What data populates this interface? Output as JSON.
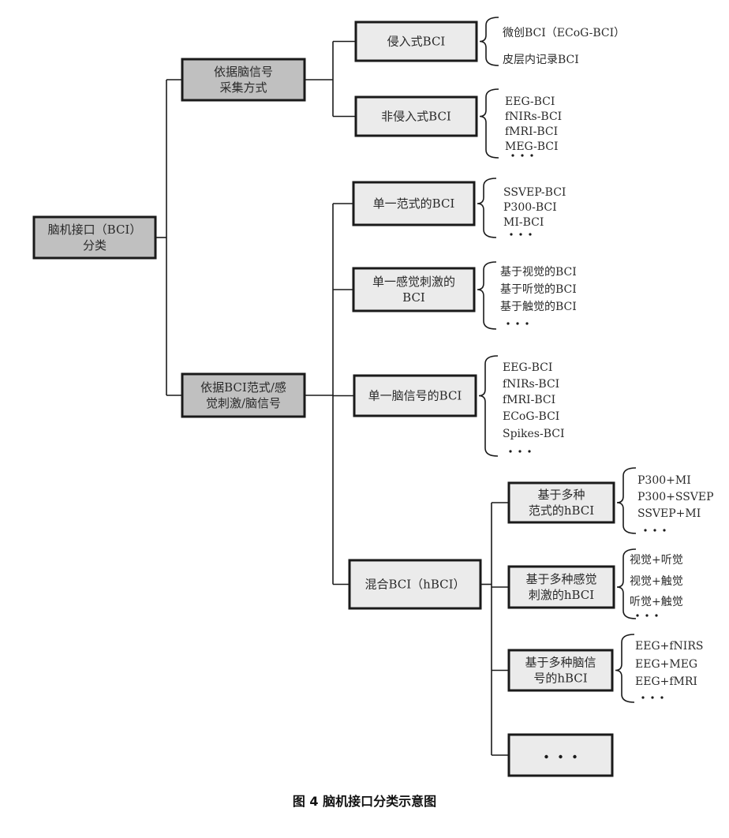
{
  "root": {
    "label_lines": [
      "脑机接口（BCI）",
      "分类"
    ],
    "children": [
      {
        "label_lines": [
          "依据脑信号",
          "采集方式"
        ],
        "children": [
          {
            "label_lines": [
              "侵入式BCI"
            ],
            "leaves": [
              "微创BCI（ECoG-BCI）",
              "皮层内记录BCI"
            ]
          },
          {
            "label_lines": [
              "非侵入式BCI"
            ],
            "leaves": [
              "EEG-BCI",
              "fNIRs-BCI",
              "fMRI-BCI",
              "MEG-BCI",
              "…"
            ]
          }
        ]
      },
      {
        "label_lines": [
          "依据BCI范式/感",
          "觉刺激/脑信号"
        ],
        "children": [
          {
            "label_lines": [
              "单一范式的BCI"
            ],
            "leaves": [
              "SSVEP-BCI",
              "P300-BCI",
              "MI-BCI",
              "…"
            ]
          },
          {
            "label_lines": [
              "单一感觉刺激的",
              "BCI"
            ],
            "leaves": [
              "基于视觉的BCI",
              "基于听觉的BCI",
              "基于触觉的BCI",
              "…"
            ]
          },
          {
            "label_lines": [
              "单一脑信号的BCI"
            ],
            "leaves": [
              "EEG-BCI",
              "fNIRs-BCI",
              "fMRI-BCI",
              "ECoG-BCI",
              "Spikes-BCI",
              "…"
            ]
          },
          {
            "label_lines": [
              "混合BCI（hBCI）"
            ],
            "children": [
              {
                "label_lines": [
                  "基于多种",
                  "范式的hBCI"
                ],
                "leaves": [
                  "P300+MI",
                  "P300+SSVEP",
                  "SSVEP+MI",
                  "…"
                ]
              },
              {
                "label_lines": [
                  "基于多种感觉",
                  "刺激的hBCI"
                ],
                "leaves": [
                  "视觉+听觉",
                  "视觉+触觉",
                  "听觉+触觉",
                  "…"
                ]
              },
              {
                "label_lines": [
                  "基于多种脑信",
                  "号的hBCI"
                ],
                "leaves": [
                  "EEG+fNIRS",
                  "EEG+MEG",
                  "EEG+fMRI",
                  "…"
                ]
              },
              {
                "label_lines": [
                  "…"
                ]
              }
            ]
          }
        ]
      }
    ]
  },
  "caption": "图 4 脑机接口分类示意图",
  "colors": {
    "dark_box": "#c0c0c0",
    "light_box": "#ebebeb",
    "line": "#1a1a1a"
  }
}
